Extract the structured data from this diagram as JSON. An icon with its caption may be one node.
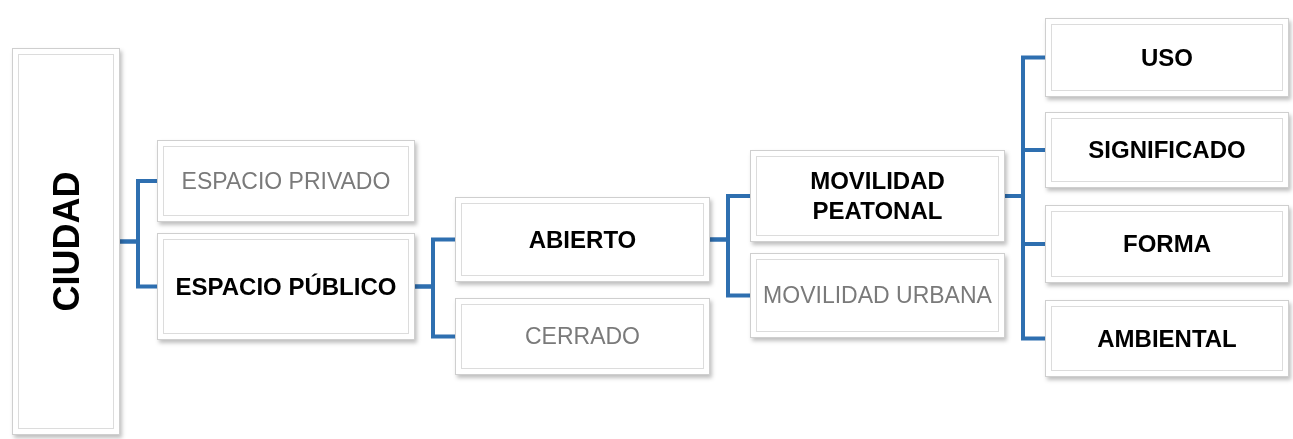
{
  "diagram": {
    "nodes": [
      {
        "text": [
          "CIUDAD"
        ]
      },
      {
        "text": [
          "ESPACIO PRIVADO"
        ]
      },
      {
        "text": [
          "ESPACIO PÚBLICO"
        ]
      },
      {
        "text": [
          "ABIERTO"
        ]
      },
      {
        "text": [
          "CERRADO"
        ]
      },
      {
        "text": [
          "MOVILIDAD PEATONAL"
        ]
      },
      {
        "text": [
          "MOVILIDAD URBANA"
        ]
      },
      {
        "text": [
          "USO"
        ]
      },
      {
        "text": [
          "SIGNIFICADO"
        ]
      },
      {
        "text": [
          "FORMA"
        ]
      },
      {
        "text": [
          "AMBIENTAL"
        ]
      }
    ],
    "edges": [
      {
        "from": 0,
        "to": 1,
        "arrow": "none"
      },
      {
        "from": 0,
        "to": 2,
        "arrow": "none"
      },
      {
        "from": 2,
        "to": 3,
        "arrow": "none"
      },
      {
        "from": 2,
        "to": 4,
        "arrow": "none"
      },
      {
        "from": 3,
        "to": 5,
        "arrow": "none"
      },
      {
        "from": 3,
        "to": 6,
        "arrow": "none"
      },
      {
        "from": 5,
        "to": 7,
        "arrow": "none"
      },
      {
        "from": 5,
        "to": 8,
        "arrow": "none"
      },
      {
        "from": 5,
        "to": 9,
        "arrow": "none"
      },
      {
        "from": 5,
        "to": 10,
        "arrow": "none"
      }
    ]
  }
}
